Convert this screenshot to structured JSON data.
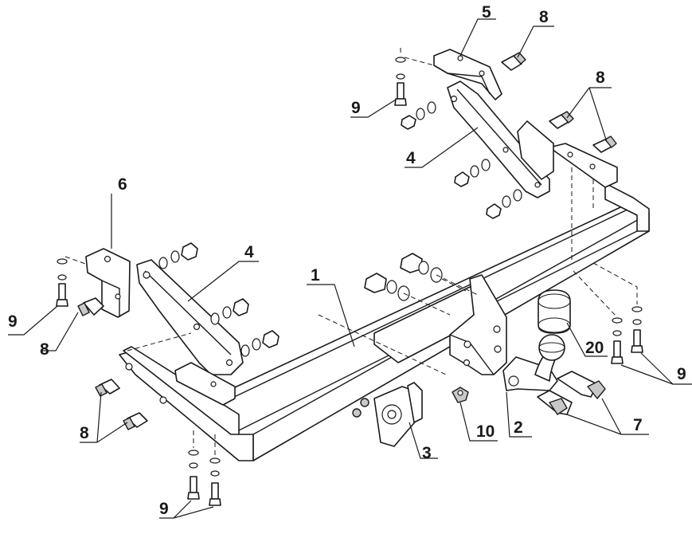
{
  "colors": {
    "ink": "#1a1a1a",
    "fill": "#ffffff",
    "shade": "#c8c8c8"
  },
  "labels": {
    "l1": "1",
    "l2": "2",
    "l3": "3",
    "l4_top": "4",
    "l4_left": "4",
    "l5": "5",
    "l6": "6",
    "l7": "7",
    "l8_top": "8",
    "l8_right": "8",
    "l8_left": "8",
    "l8_bottom": "8",
    "l9_top": "9",
    "l9_left": "9",
    "l9_right": "9",
    "l9_bottom": "9",
    "l10": "10",
    "l20": "20"
  }
}
